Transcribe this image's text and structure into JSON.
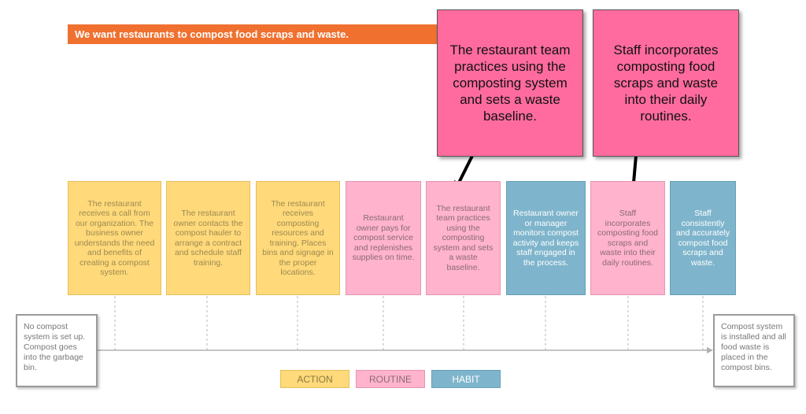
{
  "banner": {
    "text": "We want restaurants to compost food scraps and waste."
  },
  "callouts": [
    "The restaurant team practices using the composting system and sets a waste baseline.",
    "Staff incorporates composting food scraps and waste into their daily routines."
  ],
  "steps": [
    {
      "type": "action",
      "text": "The restaurant receives a call from our organization. The business owner understands the need and benefits of creating a compost system."
    },
    {
      "type": "action",
      "text": "The restaurant owner contacts the compost hauler to arrange a contract and schedule staff training."
    },
    {
      "type": "action",
      "text": "The restaurant receives composting resources and training. Places bins and signage in the proper locations."
    },
    {
      "type": "routine",
      "text": "Restaurant owner pays for compost service and replenishes supplies on time."
    },
    {
      "type": "routine",
      "text": "The restaurant team practices using the composting system and sets a waste baseline."
    },
    {
      "type": "habit",
      "text": "Restaurant owner or manager monitors compost activity and keeps staff engaged in the process."
    },
    {
      "type": "routine",
      "text": "Staff incorporates composting food scraps and waste into their daily routines."
    },
    {
      "type": "habit",
      "text": "Staff consistently and accurately compost food scraps and waste."
    }
  ],
  "start_state": "No compost system is set up. Compost goes into the garbage bin.",
  "end_state": "Compost system is installed and all food waste is placed in the compost bins.",
  "legend": {
    "action": "ACTION",
    "routine": "ROUTINE",
    "habit": "HABIT"
  },
  "colors": {
    "banner": "#F07030",
    "callout": "#FF6B9E",
    "action": "#FFD97A",
    "routine": "#FFB3CC",
    "habit": "#7FB5CC"
  }
}
